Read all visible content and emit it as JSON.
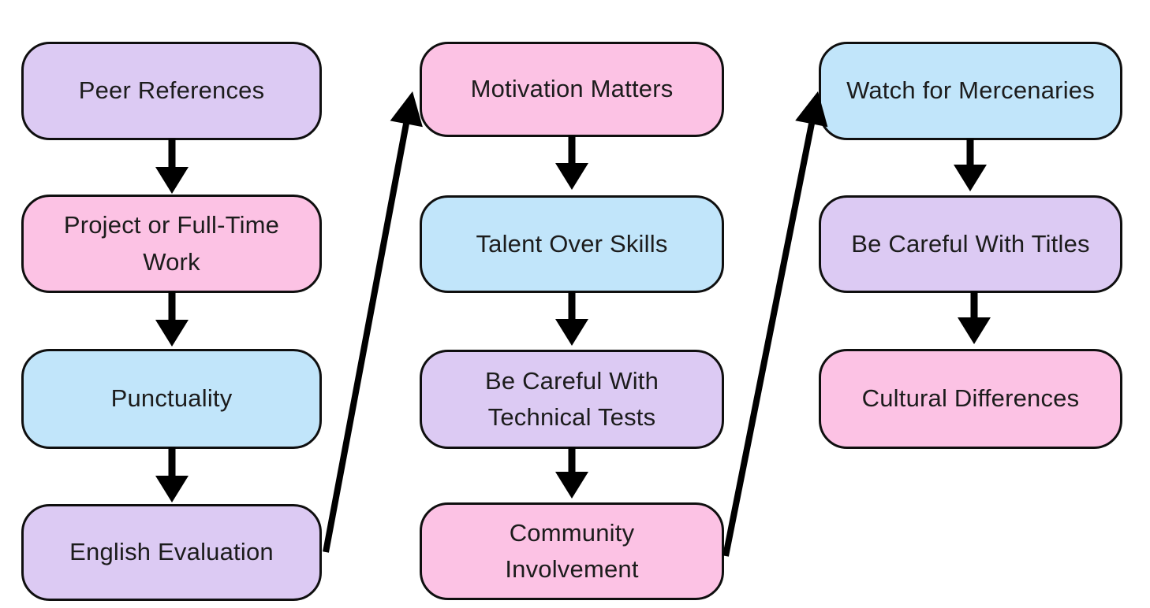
{
  "diagram": {
    "type": "flowchart",
    "palette": {
      "lavender": "#dccaf3",
      "pink": "#fcc2e4",
      "blue": "#c1e5fa",
      "node_border": "#0f0f0f",
      "arrow": "#000000",
      "text": "#1c1c1c",
      "background": "#ffffff"
    },
    "nodes": [
      {
        "id": "peer-references",
        "label": "Peer References",
        "fill": "#dccaf3"
      },
      {
        "id": "project-or-full-time-work",
        "label": "Project or Full-Time\nWork",
        "fill": "#fcc2e4"
      },
      {
        "id": "punctuality",
        "label": "Punctuality",
        "fill": "#c1e5fa"
      },
      {
        "id": "english-evaluation",
        "label": "English Evaluation",
        "fill": "#dccaf3"
      },
      {
        "id": "motivation-matters",
        "label": "Motivation Matters",
        "fill": "#fcc2e4"
      },
      {
        "id": "talent-over-skills",
        "label": "Talent Over Skills",
        "fill": "#c1e5fa"
      },
      {
        "id": "be-careful-with-technical-tests",
        "label": "Be Careful With\nTechnical Tests",
        "fill": "#dccaf3"
      },
      {
        "id": "community-involvement",
        "label": "Community\nInvolvement",
        "fill": "#fcc2e4"
      },
      {
        "id": "watch-for-mercenaries",
        "label": "Watch for Mercenaries",
        "fill": "#c1e5fa"
      },
      {
        "id": "be-careful-with-titles",
        "label": "Be Careful With Titles",
        "fill": "#dccaf3"
      },
      {
        "id": "cultural-differences",
        "label": "Cultural Differences",
        "fill": "#fcc2e4"
      }
    ],
    "edges": [
      {
        "from": "peer-references",
        "to": "project-or-full-time-work"
      },
      {
        "from": "project-or-full-time-work",
        "to": "punctuality"
      },
      {
        "from": "punctuality",
        "to": "english-evaluation"
      },
      {
        "from": "english-evaluation",
        "to": "motivation-matters"
      },
      {
        "from": "motivation-matters",
        "to": "talent-over-skills"
      },
      {
        "from": "talent-over-skills",
        "to": "be-careful-with-technical-tests"
      },
      {
        "from": "be-careful-with-technical-tests",
        "to": "community-involvement"
      },
      {
        "from": "community-involvement",
        "to": "watch-for-mercenaries"
      },
      {
        "from": "watch-for-mercenaries",
        "to": "be-careful-with-titles"
      },
      {
        "from": "be-careful-with-titles",
        "to": "cultural-differences"
      }
    ]
  }
}
